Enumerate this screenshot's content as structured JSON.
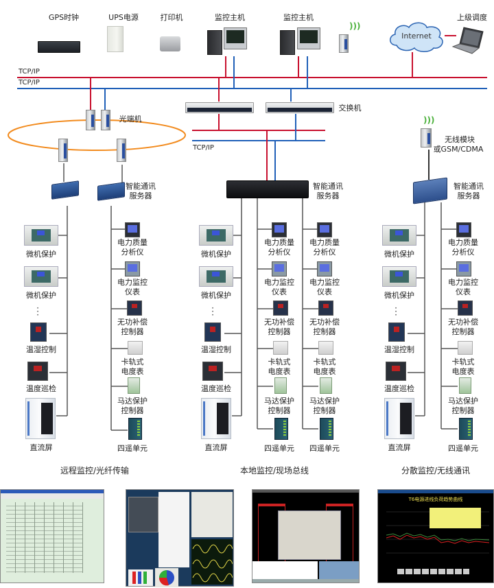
{
  "top_row": {
    "gps_clock": "GPS时钟",
    "ups": "UPS电源",
    "printer": "打印机",
    "monitor_host_1": "监控主机",
    "monitor_host_2": "监控主机",
    "internet": "Internet",
    "upper_dispatch": "上级调度"
  },
  "network": {
    "tcpip_1": "TCP/IP",
    "tcpip_2": "TCP/IP",
    "tcpip_3": "TCP/IP",
    "line_colors": {
      "red": "#c8102e",
      "blue": "#1f5fb8",
      "fiber_ring": "#f28a1c",
      "field_bus": "#555555"
    }
  },
  "left_section": {
    "optical_terminal": "光端机",
    "comm_server": [
      "智能通讯",
      "服务器"
    ],
    "left_devices": [
      "微机保护",
      "微机保护",
      "温湿控制",
      "温度巡检",
      "直流屏"
    ],
    "right_devices": [
      [
        "电力质量",
        "分析仪"
      ],
      [
        "电力监控",
        "仪表"
      ],
      [
        "无功补偿",
        "控制器"
      ],
      [
        "卡轨式",
        "电度表"
      ],
      [
        "马达保护",
        "控制器"
      ],
      [
        "四遥单元"
      ]
    ],
    "caption": "远程监控/光纤传输"
  },
  "middle_section": {
    "switch": "交换机",
    "comm_server": [
      "智能通讯",
      "服务器"
    ],
    "left_devices": [
      "微机保护",
      "微机保护",
      "温湿控制",
      "温度巡检",
      "直流屏"
    ],
    "col2_devices": [
      [
        "电力质量",
        "分析仪"
      ],
      [
        "电力监控",
        "仪表"
      ],
      [
        "无功补偿",
        "控制器"
      ],
      [
        "卡轨式",
        "电度表"
      ],
      [
        "马达保护",
        "控制器"
      ],
      [
        "四遥单元"
      ]
    ],
    "col3_devices": [
      [
        "电力质量",
        "分析仪"
      ],
      [
        "电力监控",
        "仪表"
      ],
      [
        "无功补偿",
        "控制器"
      ],
      [
        "卡轨式",
        "电度表"
      ],
      [
        "马达保护",
        "控制器"
      ],
      [
        "四遥单元"
      ]
    ],
    "caption": "本地监控/现场总线"
  },
  "right_section": {
    "wireless_module": [
      "无线模块",
      "或GSM/CDMA"
    ],
    "comm_server": [
      "智能通讯",
      "服务器"
    ],
    "left_devices": [
      "微机保护",
      "微机保护",
      "温湿控制",
      "温度巡检",
      "直流屏"
    ],
    "right_devices": [
      [
        "电力质量",
        "分析仪"
      ],
      [
        "电力监控",
        "仪表"
      ],
      [
        "无功补偿",
        "控制器"
      ],
      [
        "卡轨式",
        "电度表"
      ],
      [
        "马达保护",
        "控制器"
      ],
      [
        "四遥单元"
      ]
    ],
    "caption": "分散监控/无线通讯"
  },
  "screenshots": {
    "trend_title": "T6电源进线负荷趋势曲线"
  }
}
